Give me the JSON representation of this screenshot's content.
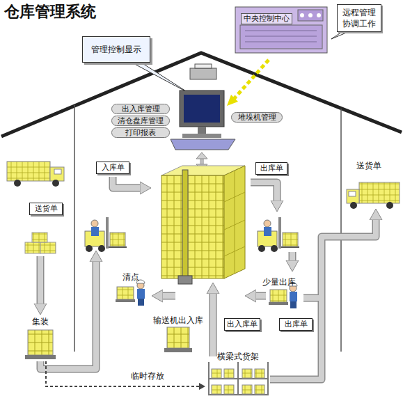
{
  "diagram": {
    "title": "仓库管理系统",
    "nodes": [
      {
        "text": [
          "远程管理 协调工作"
        ]
      },
      {
        "text": [
          "中央控制中心"
        ]
      },
      {
        "text": [
          "管理控制显示"
        ]
      },
      {
        "text": [
          "出入库管理"
        ]
      },
      {
        "text": [
          "清仓盘库管理"
        ]
      },
      {
        "text": [
          "打印报表"
        ]
      },
      {
        "text": [
          "堆垛机管理"
        ]
      },
      {
        "text": [
          "入库单"
        ]
      },
      {
        "text": [
          "出库单"
        ]
      },
      {
        "text": [
          "送货单"
        ]
      },
      {
        "text": [
          "出入库单"
        ]
      },
      {
        "text": [
          "出库单"
        ]
      }
    ],
    "labels": [
      "送货单",
      "清点",
      "少量出库",
      "输送机出入库",
      "集装",
      "临时存放",
      "横梁式货架"
    ]
  }
}
